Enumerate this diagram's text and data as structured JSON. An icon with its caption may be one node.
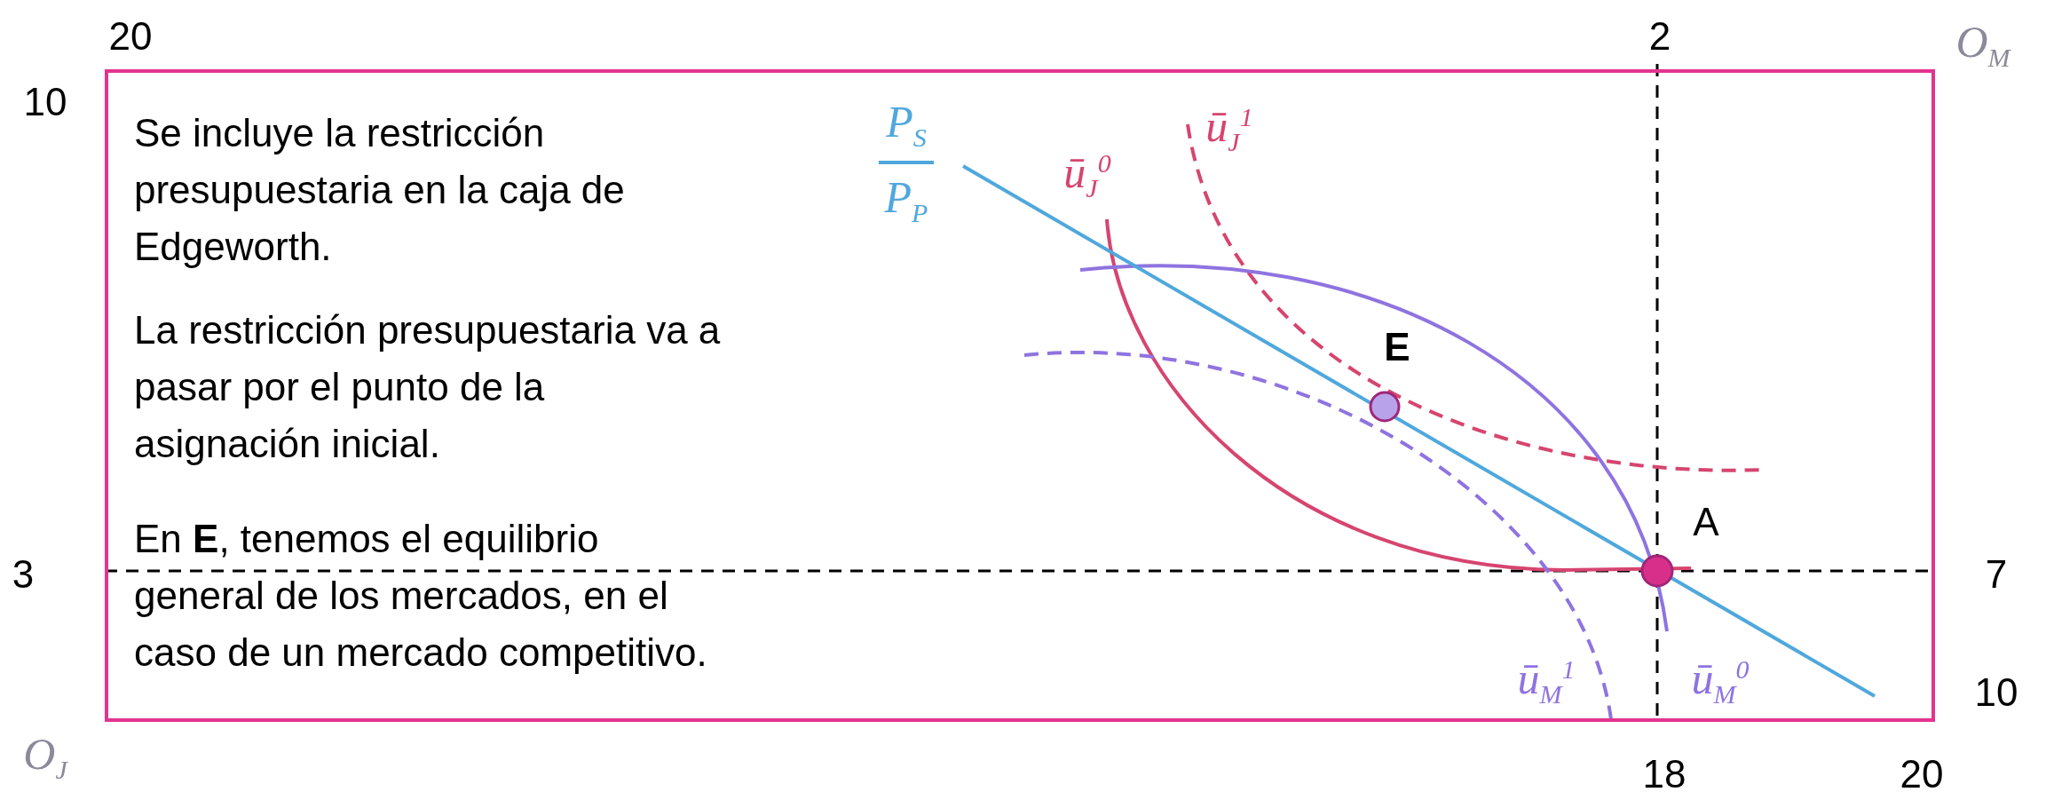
{
  "diagram": {
    "nodes": [
      {
        "text": [
          "Se incluye la restricción presupuestaria en la caja de Edgeworth.",
          "La restricción presupuestaria va a pasar por el punto de la asignación inicial.",
          "En **E**, tenemos el equilibrio general de los mercados, en el caso de un mercado competitivo."
        ]
      },
      {
        "text": [
          "E"
        ],
        "in": 0
      },
      {
        "text": [
          "A"
        ],
        "in": 0
      }
    ],
    "labels": [
      "20",
      "2",
      "O$_{M}$",
      "10",
      "P$_{S}$",
      "ū$_{J}$$^{1}$",
      "P$_{P}$",
      "ū$_{J}$$^{0}$",
      "3",
      "7",
      "ū$_{M}$$^{1}$",
      "ū$_{M}$$^{0}$",
      "10",
      "O$_{J}$",
      "18",
      "20"
    ]
  }
}
